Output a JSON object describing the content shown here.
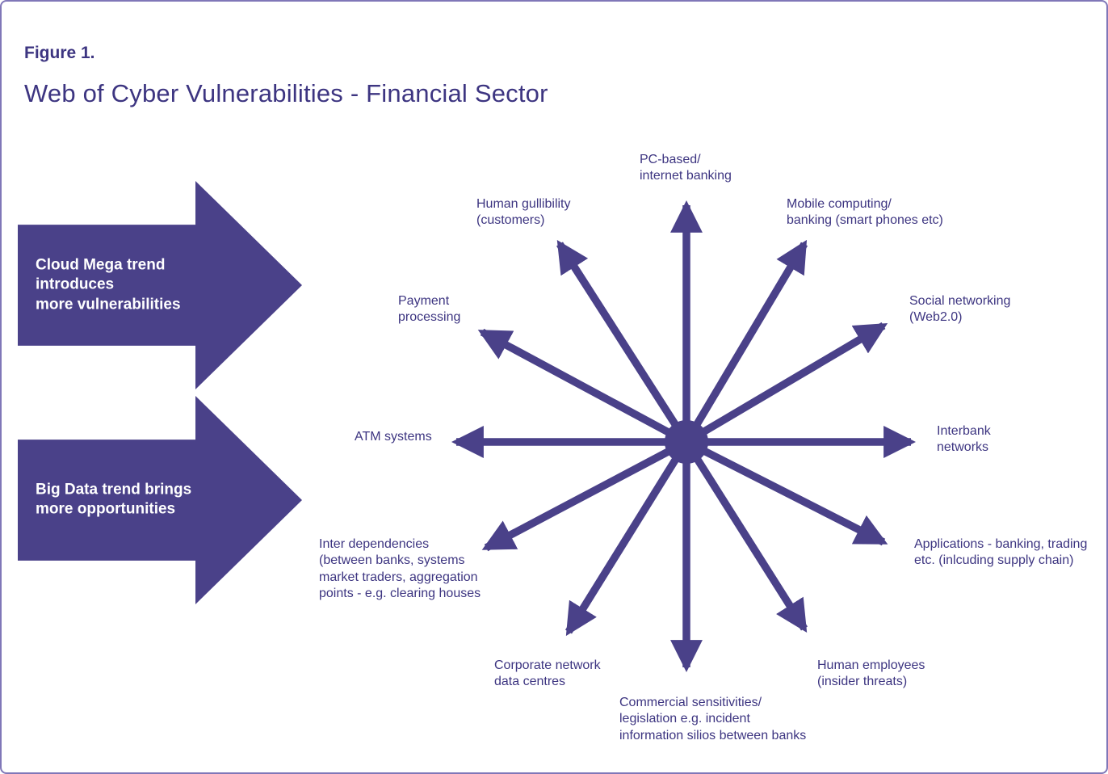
{
  "figure": {
    "label": "Figure 1.",
    "title": "Web of Cyber Vulnerabilities - Financial Sector"
  },
  "left_callouts": [
    {
      "text": "Cloud Mega trend introduces\nmore vulnerabilities"
    },
    {
      "text": "Big Data trend brings\nmore opportunities"
    }
  ],
  "colors": {
    "primary_purple": "#4a4189",
    "text_purple": "#3d3581",
    "background": "#ffffff"
  },
  "spokes": [
    {
      "id": "pc-internet-banking",
      "label": "PC-based/\ninternet banking"
    },
    {
      "id": "human-gullibility",
      "label": "Human gullibility\n(customers)"
    },
    {
      "id": "mobile-computing",
      "label": "Mobile computing/\nbanking (smart phones etc)"
    },
    {
      "id": "payment-processing",
      "label": "Payment\nprocessing"
    },
    {
      "id": "social-networking",
      "label": "Social networking\n(Web2.0)"
    },
    {
      "id": "atm-systems",
      "label": "ATM systems"
    },
    {
      "id": "interbank-networks",
      "label": "Interbank\nnetworks"
    },
    {
      "id": "inter-dependencies",
      "label": "Inter dependencies\n(between banks, systems\nmarket traders, aggregation\npoints - e.g. clearing houses"
    },
    {
      "id": "applications",
      "label": "Applications - banking, trading\netc. (inlcuding supply chain)"
    },
    {
      "id": "corporate-network",
      "label": "Corporate network\ndata centres"
    },
    {
      "id": "human-employees",
      "label": "Human employees\n(insider threats)"
    },
    {
      "id": "commercial-sensitivities",
      "label": "Commercial sensitivities/\nlegislation e.g. incident\ninformation silios between banks"
    }
  ]
}
